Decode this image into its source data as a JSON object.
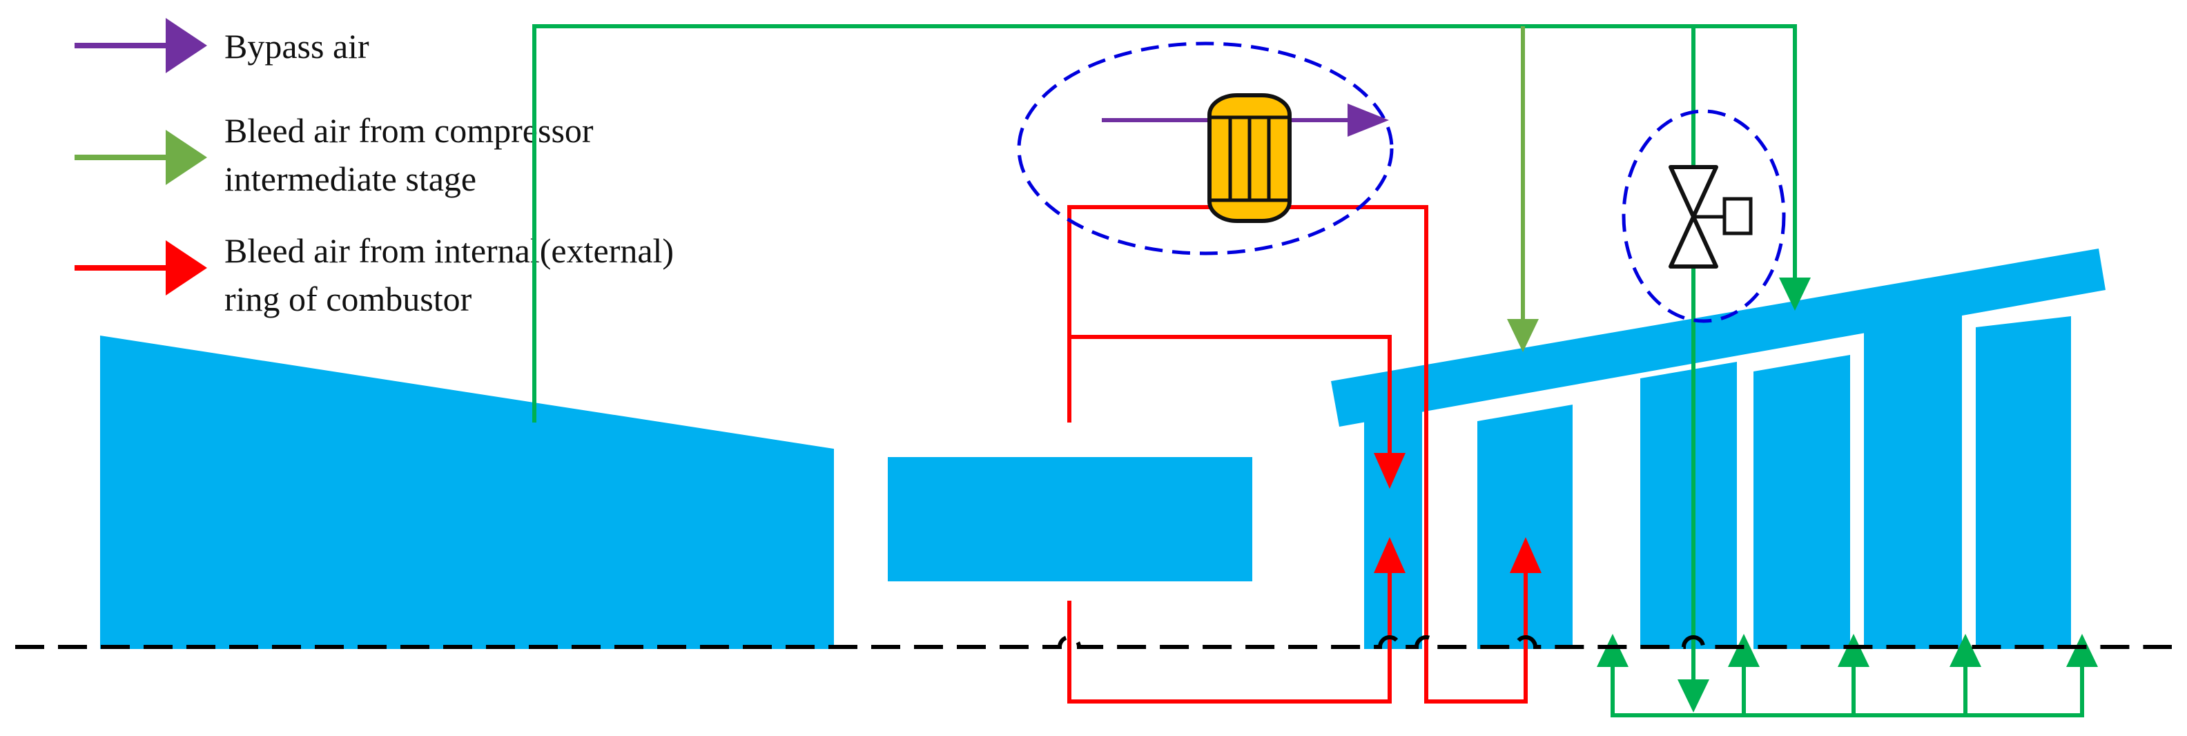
{
  "legend": [
    {
      "label_lines": [
        "Bypass air"
      ],
      "color": "#7030a0"
    },
    {
      "label_lines": [
        "Bleed air from compressor",
        "intermediate stage"
      ],
      "color": "#70ad47"
    },
    {
      "label_lines": [
        "Bleed air from internal(external)",
        "ring of combustor"
      ],
      "color": "#ff0000"
    }
  ],
  "colors": {
    "engine_body": "#00b0f0",
    "bypass_air": "#7030a0",
    "compressor_bleed": "#70ad47",
    "cooling_manifold": "#00b050",
    "combustor_bleed": "#ff0000",
    "highlight_outline": "#0000dd",
    "heat_exchanger": "#ffc000",
    "centerline": "#000000"
  },
  "icons": [
    "heat-exchanger-icon",
    "valve-icon",
    "arrow-icon"
  ]
}
